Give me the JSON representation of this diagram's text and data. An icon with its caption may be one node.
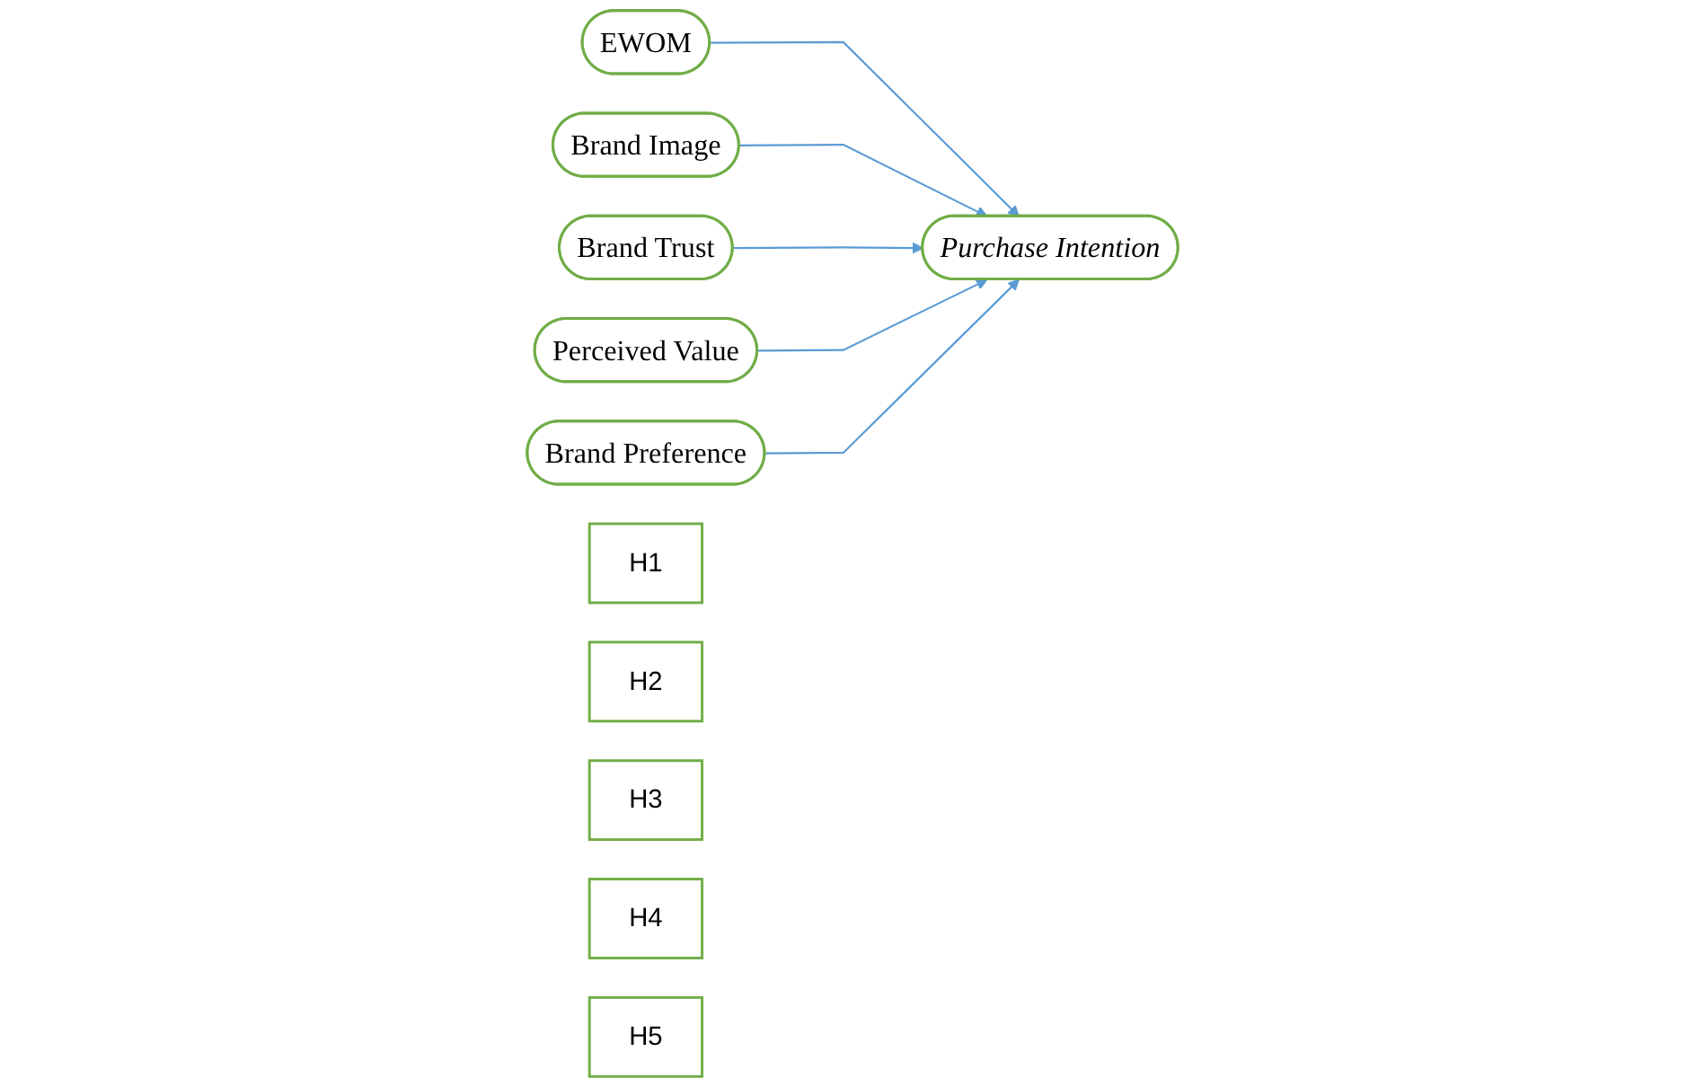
{
  "diagram": {
    "nodes": [
      {
        "text": [
          "EWOM"
        ]
      },
      {
        "text": [
          "Brand Image"
        ]
      },
      {
        "text": [
          "Brand Trust"
        ]
      },
      {
        "text": [
          "Perceived Value"
        ]
      },
      {
        "text": [
          "Brand Preference"
        ]
      },
      {
        "text": [
          "Purchase Intention"
        ]
      },
      {
        "text": [
          "H1"
        ]
      },
      {
        "text": [
          "H2"
        ]
      },
      {
        "text": [
          "H3"
        ]
      },
      {
        "text": [
          "H4"
        ]
      },
      {
        "text": [
          "H5"
        ]
      }
    ],
    "edges": [
      {
        "from": 0,
        "to": 5,
        "arrow": "to"
      },
      {
        "from": 1,
        "to": 5,
        "arrow": "to"
      },
      {
        "from": 2,
        "to": 5,
        "arrow": "to"
      },
      {
        "from": 3,
        "to": 5,
        "arrow": "to"
      },
      {
        "from": 4,
        "to": 5,
        "arrow": "to"
      }
    ]
  }
}
